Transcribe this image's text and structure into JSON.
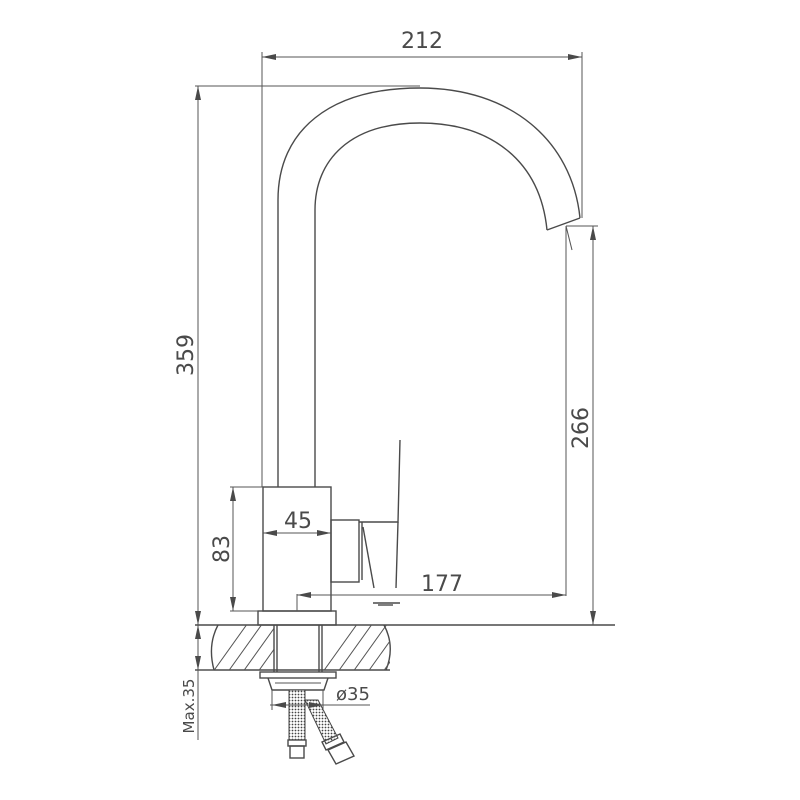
{
  "drawing": {
    "type": "technical-dimension-drawing",
    "subject": "kitchen faucet side view",
    "line_color": "#4a4a4a",
    "background": "#ffffff"
  },
  "dimensions": {
    "overall_width": "212",
    "overall_height": "359",
    "spout_height": "266",
    "body_width": "45",
    "body_height": "83",
    "reach": "177",
    "mount_diameter": "ø35",
    "max_counter_thickness": "Max.35"
  }
}
